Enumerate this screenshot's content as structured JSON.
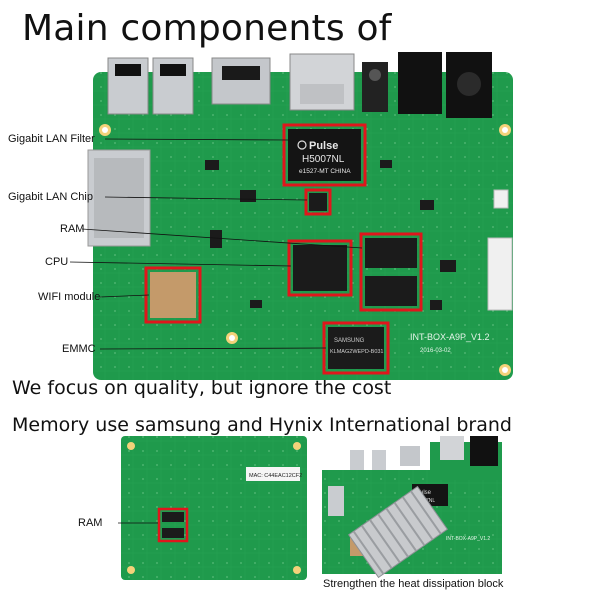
{
  "header": {
    "title": "Main components of"
  },
  "callouts": [
    {
      "id": "lan-filter",
      "label": "Gigabit LAN Filter"
    },
    {
      "id": "lan-chip",
      "label": "Gigabit LAN Chip"
    },
    {
      "id": "ram",
      "label": "RAM"
    },
    {
      "id": "cpu",
      "label": "CPU"
    },
    {
      "id": "wifi",
      "label": "WIFI module"
    },
    {
      "id": "emmc",
      "label": "EMMC"
    }
  ],
  "captions": {
    "line1": "We focus on quality, but ignore the cost",
    "line2": "Memory use samsung and Hynix International brand"
  },
  "board_text": {
    "pulse_brand": "Pulse",
    "pulse_part": "H5007NL",
    "pulse_origin": "e1527-MT CHINA",
    "board_id": "INT-BOX-A9P_V1.2",
    "board_date": "2016-03-02",
    "samsung": "SAMSUNG",
    "samsung_part": "KLMAG2WEPD-B031",
    "mac_label": "MAC: C44EAC12CF2",
    "small_pulse": "Pulse",
    "small_pulse_part": "H5007NL",
    "small_board_id": "INT-BOX-A9P_V1.2"
  },
  "bottom": {
    "ram_label": "RAM",
    "heat_caption": "Strengthen the heat dissipation block"
  },
  "colors": {
    "pcb": "#1f9a4c",
    "pcb_dark": "#15763a",
    "highlight": "#e0161c",
    "text": "#111111"
  }
}
